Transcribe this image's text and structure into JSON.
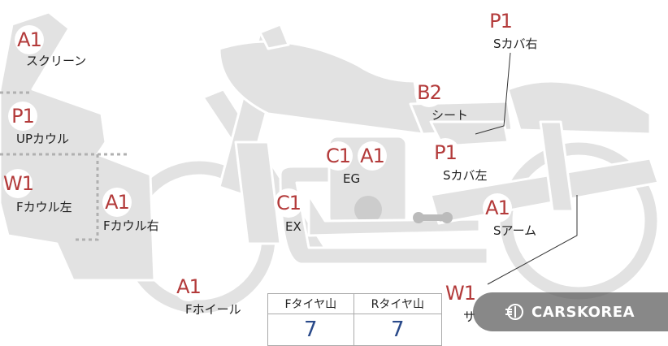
{
  "parts": [
    {
      "id": "screen",
      "code": "A1",
      "label": "スクリーン"
    },
    {
      "id": "up-cowl",
      "code": "P1",
      "label": "UPカウル"
    },
    {
      "id": "f-cowl-left",
      "code": "W1",
      "label": "Fカウル左"
    },
    {
      "id": "f-cowl-right",
      "code": "A1",
      "label": "Fカウル右"
    },
    {
      "id": "f-wheel",
      "code": "A1",
      "label": "Fホイール"
    },
    {
      "id": "exhaust",
      "code": "C1",
      "label": "EX"
    },
    {
      "id": "engine",
      "codes": [
        "C1",
        "A1"
      ],
      "label": "EG"
    },
    {
      "id": "seat",
      "code": "B2",
      "label": "シート"
    },
    {
      "id": "s-cover-right",
      "code": "P1",
      "label": "Sカバ右"
    },
    {
      "id": "s-cover-left",
      "code": "P1",
      "label": "Sカバ左"
    },
    {
      "id": "swing-arm",
      "code": "A1",
      "label": "Sアーム"
    },
    {
      "id": "r-wheel",
      "code": "W1",
      "label": "サ"
    }
  ],
  "tire_table": {
    "headers": [
      "Fタイヤ山",
      "Rタイヤ山"
    ],
    "values": [
      "7",
      "7"
    ]
  },
  "watermark": {
    "text": "CARSKOREA"
  },
  "colors": {
    "part_fill": "#e2e2e2",
    "code_text": "#b33a3a",
    "tire_value": "#2a4a8a"
  }
}
